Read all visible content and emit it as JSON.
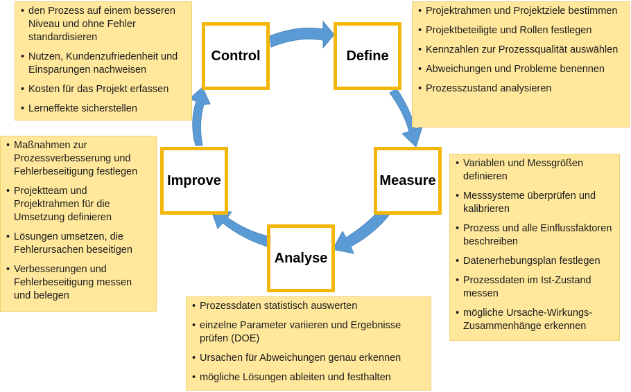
{
  "colors": {
    "note_background": "#ffe79c",
    "phase_border": "#f2b70a",
    "arrow": "#5b9bd5"
  },
  "phases": {
    "control": "Control",
    "define": "Define",
    "measure": "Measure",
    "analyse": "Analyse",
    "improve": "Improve"
  },
  "notes": {
    "control": [
      "den Prozess auf einem besseren Niveau und ohne Fehler standardisieren",
      "Nutzen, Kundenzufriedenheit und Einsparungen nachweisen",
      "Kosten für das Projekt erfassen",
      "Lerneffekte sicherstellen"
    ],
    "define": [
      "Projektrahmen und Projektziele bestimmen",
      "Projektbeteiligte und Rollen festlegen",
      "Kennzahlen zur Prozessqualität auswählen",
      "Abweichungen und Probleme benennen",
      "Prozesszustand analysieren"
    ],
    "measure": [
      "Variablen und Messgrößen definieren",
      "Messsysteme überprüfen und kalibrieren",
      "Prozess und alle Einflussfaktoren beschreiben",
      "Datenerhebungsplan festlegen",
      "Prozessdaten im Ist-Zustand messen",
      "mögliche Ursache-Wirkungs-Zusammenhänge erkennen"
    ],
    "analyse": [
      "Prozessdaten statistisch auswerten",
      "einzelne Parameter variieren und Ergebnisse prüfen (DOE)",
      "Ursachen für Abweichungen genau erkennen",
      "mögliche Lösungen ableiten und festhalten"
    ],
    "improve": [
      "Maßnahmen zur Prozessverbesserung und Fehlerbeseitigung festlegen",
      "Projektteam und Projektrahmen für die Umsetzung definieren",
      "Lösungen umsetzen, die Fehlerursachen beseitigen",
      "Verbesserungen und Fehlerbeseitigung messen und belegen"
    ]
  }
}
